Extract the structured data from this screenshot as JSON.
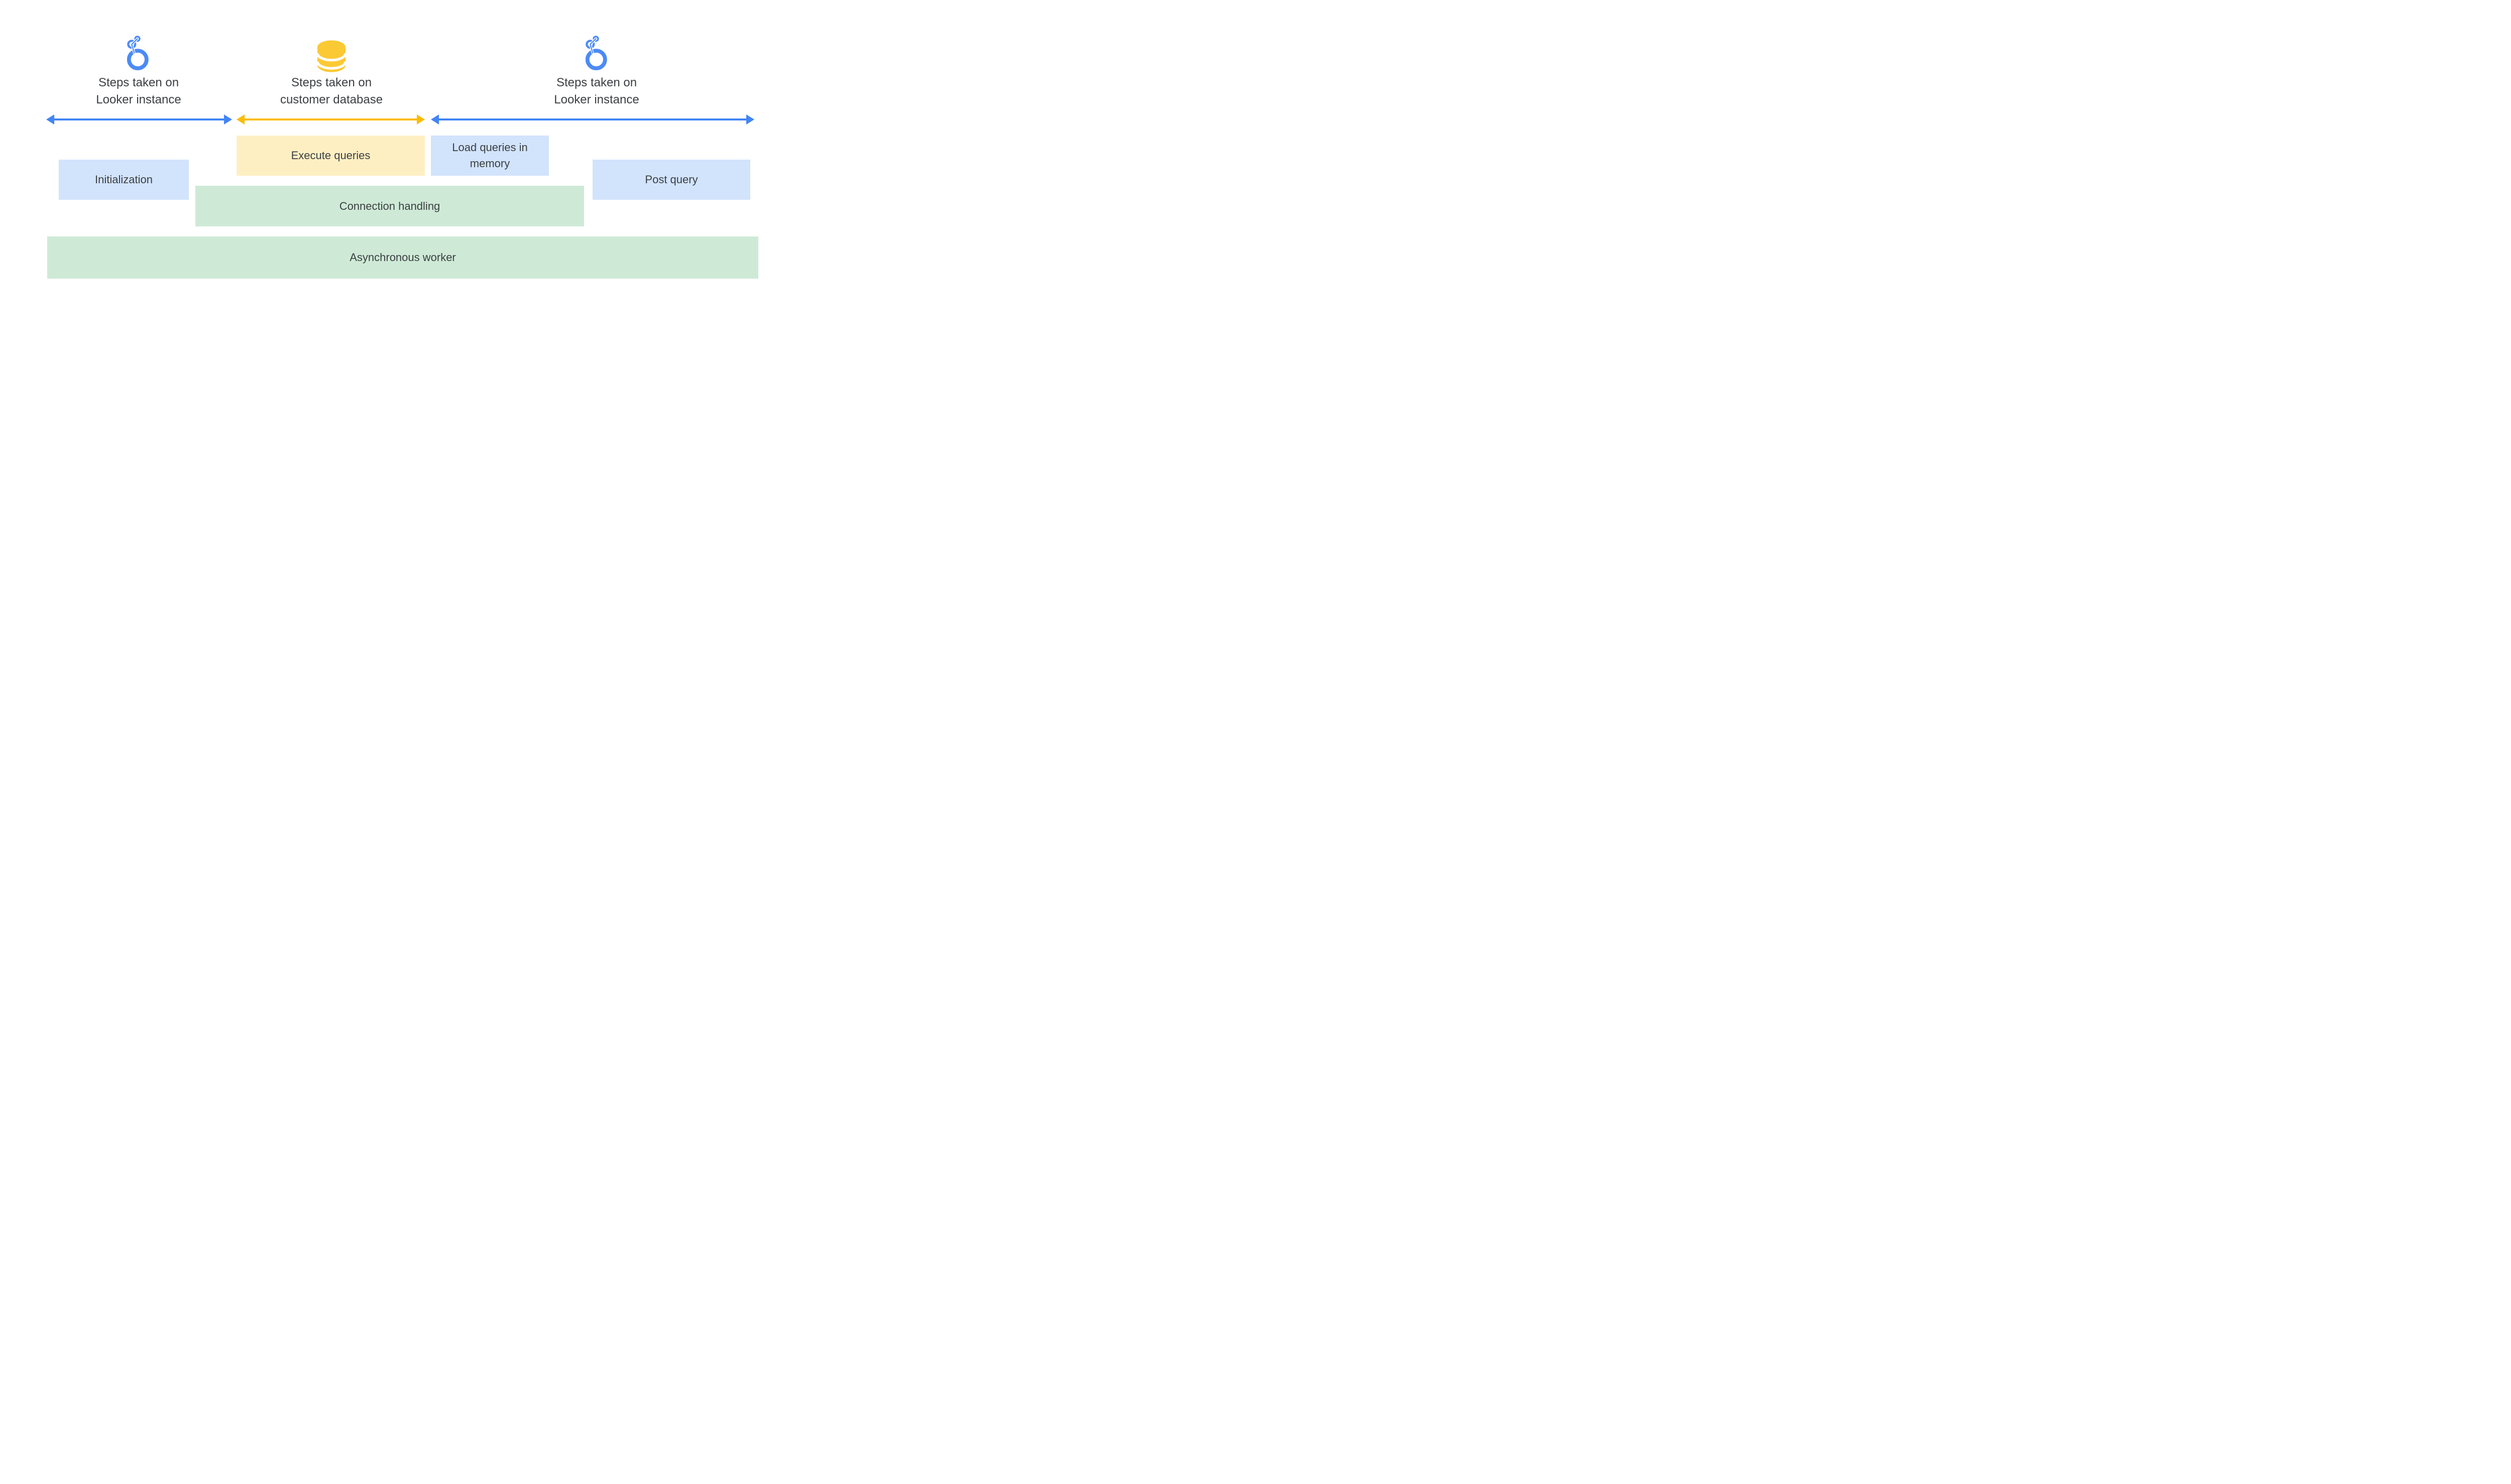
{
  "colors": {
    "background": "#ffffff",
    "text": "#3c4043",
    "arrow_blue": "#4285f4",
    "arrow_yellow": "#fbbc04",
    "icon_blue": "#4c8bf5",
    "db_yellow": "#fbc934",
    "box_blue": "#d2e3fc",
    "box_yellow": "#feefc3",
    "box_green": "#ceead6"
  },
  "sections": [
    {
      "icon": "looker-logo",
      "line1": "Steps taken on",
      "line2": "Looker instance"
    },
    {
      "icon": "database",
      "line1": "Steps taken on",
      "line2": "customer database"
    },
    {
      "icon": "looker-logo",
      "line1": "Steps taken on",
      "line2": "Looker instance"
    }
  ],
  "boxes": {
    "initialization": "Initialization",
    "execute_queries": "Execute queries",
    "load_queries_line1": "Load queries in",
    "load_queries_line2": "memory",
    "post_query": "Post query",
    "connection_handling": "Connection handling",
    "asynchronous_worker": "Asynchronous worker"
  }
}
